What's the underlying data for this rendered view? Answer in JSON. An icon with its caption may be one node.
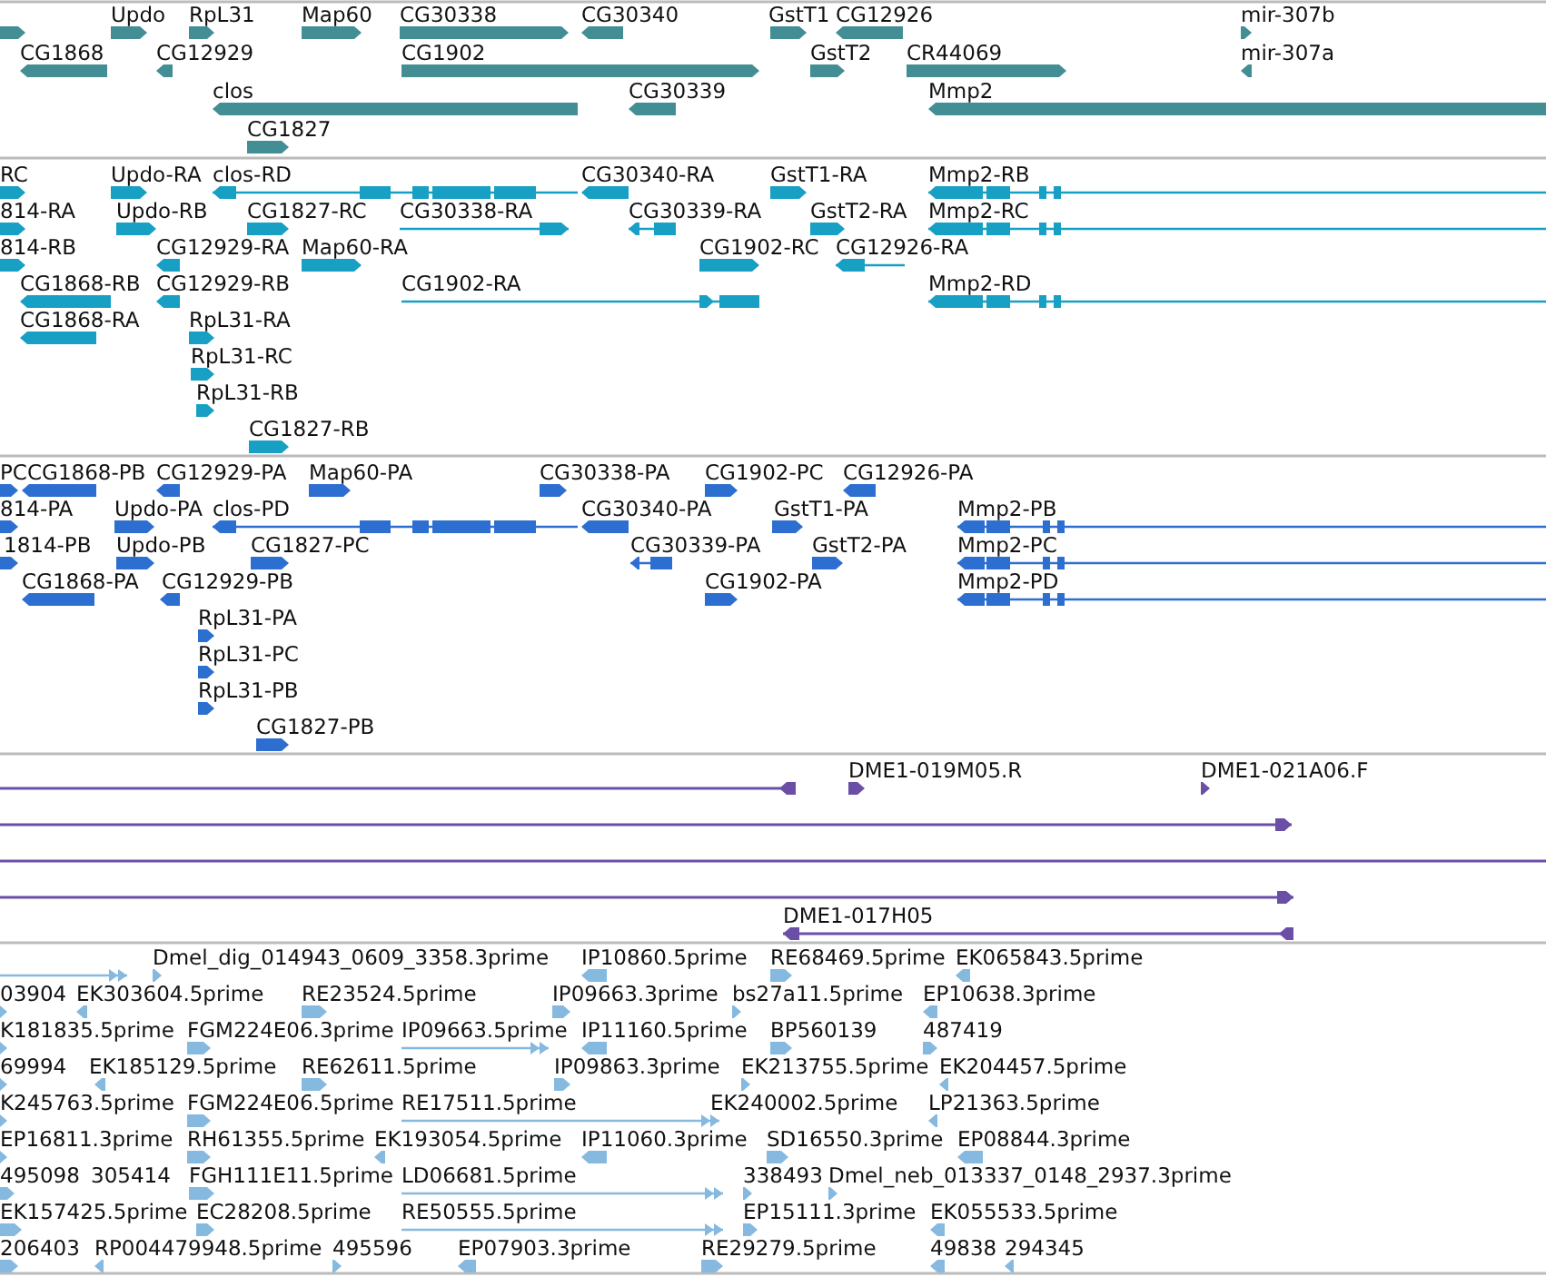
{
  "diagram": {
    "labels": [
      "Updo",
      "RpL31",
      "Map60",
      "CG30338",
      "CG30340",
      "GstT1",
      "CG12926",
      "mir-307b",
      "CG1868",
      "CG12929",
      "CG1902",
      "GstT2",
      "CR44069",
      "mir-307a",
      "clos",
      "CG30339",
      "Mmp2",
      "CG1827",
      "RC",
      "Updo-RA",
      "clos-RD",
      "CG30340-RA",
      "GstT1-RA",
      "Mmp2-RB",
      "814-RA",
      "Updo-RB",
      "CG1827-RC",
      "CG30338-RA",
      "CG30339-RA",
      "GstT2-RA",
      "Mmp2-RC",
      "814-RB",
      "CG12929-RA",
      "Map60-RA",
      "CG1902-RC",
      "CG12926-RA",
      "CG1868-RB",
      "CG12929-RB",
      "CG1902-RA",
      "Mmp2-RD",
      "CG1868-RA",
      "RpL31-RA",
      "RpL31-RC",
      "RpL31-RB",
      "CG1827-RB",
      "PC",
      "CG1868-PB",
      "CG12929-PA",
      "Map60-PA",
      "CG30338-PA",
      "CG1902-PC",
      "CG12926-PA",
      "814-PA",
      "Updo-PA",
      "clos-PD",
      "CG30340-PA",
      "GstT1-PA",
      "Mmp2-PB",
      "1814-PB",
      "Updo-PB",
      "CG1827-PC",
      "CG30339-PA",
      "GstT2-PA",
      "Mmp2-PC",
      "CG1868-PA",
      "CG12929-PB",
      "CG1902-PA",
      "Mmp2-PD",
      "RpL31-PA",
      "RpL31-PC",
      "RpL31-PB",
      "CG1827-PB",
      "DME1-019M05.R",
      "DME1-021A06.F",
      "DME1-017H05",
      "Dmel_dig_014943_0609_3358.3prime",
      "IP10860.5prime",
      "RE68469.5prime",
      "EK065843.5prime",
      "03904",
      "EK303604.5prime",
      "RE23524.5prime",
      "IP09663.3prime",
      "bs27a11.5prime",
      "EP10638.3prime",
      "K181835.5prime",
      "FGM224E06.3prime",
      "IP09663.5prime",
      "IP11160.5prime",
      "BP560139",
      "487419",
      "69994",
      "EK185129.5prime",
      "RE62611.5prime",
      "IP09863.3prime",
      "EK213755.5prime",
      "EK204457.5prime",
      "K245763.5prime",
      "FGM224E06.5prime",
      "RE17511.5prime",
      "EK240002.5prime",
      "LP21363.5prime",
      "EP16811.3prime",
      "RH61355.5prime",
      "EK193054.5prime",
      "IP11060.3prime",
      "SD16550.3prime",
      "EP08844.3prime",
      "495098",
      "305414",
      "FGH111E11.5prime",
      "LD06681.5prime",
      "338493",
      "Dmel_neb_013337_0148_2937.3prime",
      "EK157425.5prime",
      "EC28208.5prime",
      "RE50555.5prime",
      "EP15111.3prime",
      "EK055533.5prime",
      "206403",
      "RP004479948.5prime",
      "495596",
      "EP07903.3prime",
      "RE29279.5prime",
      "49838",
      "294345"
    ]
  }
}
